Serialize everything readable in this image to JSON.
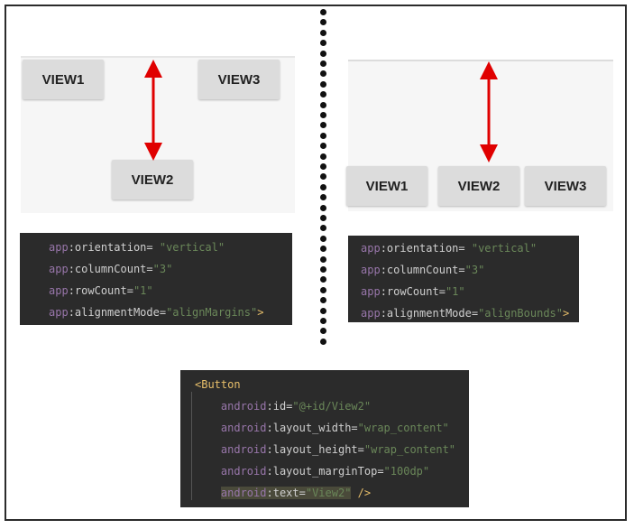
{
  "left_panel": {
    "buttons": [
      "VIEW1",
      "VIEW3",
      "VIEW2"
    ],
    "code_lines": [
      {
        "ns": "app",
        "name": "orientation= ",
        "value": "\"vertical\"",
        "end": ""
      },
      {
        "ns": "app",
        "name": "columnCount=",
        "value": "\"3\"",
        "end": ""
      },
      {
        "ns": "app",
        "name": "rowCount=",
        "value": "\"1\"",
        "end": ""
      },
      {
        "ns": "app",
        "name": "alignmentMode=",
        "value": "\"alignMargins\"",
        "end": ">"
      }
    ]
  },
  "right_panel": {
    "buttons": [
      "VIEW1",
      "VIEW2",
      "VIEW3"
    ],
    "code_lines": [
      {
        "ns": "app",
        "name": "orientation= ",
        "value": "\"vertical\"",
        "end": ""
      },
      {
        "ns": "app",
        "name": "columnCount=",
        "value": "\"3\"",
        "end": ""
      },
      {
        "ns": "app",
        "name": "rowCount=",
        "value": "\"1\"",
        "end": ""
      },
      {
        "ns": "app",
        "name": "alignmentMode=",
        "value": "\"alignBounds\"",
        "end": ">"
      }
    ]
  },
  "bottom_code": {
    "open_tag": "<Button",
    "lines": [
      {
        "ns": "android",
        "name": "id=",
        "value": "\"@+id/View2\"",
        "end": ""
      },
      {
        "ns": "android",
        "name": "layout_width=",
        "value": "\"wrap_content\"",
        "end": ""
      },
      {
        "ns": "android",
        "name": "layout_height=",
        "value": "\"wrap_content\"",
        "end": ""
      },
      {
        "ns": "android",
        "name": "layout_marginTop=",
        "value": "\"100dp\"",
        "end": ""
      },
      {
        "ns": "android",
        "name": "text=",
        "value": "\"View2\"",
        "end": " />"
      }
    ]
  },
  "colors": {
    "arrow": "#e00000",
    "code_bg": "#2b2b2b",
    "namespace": "#9876aa",
    "string": "#6a8759",
    "tag": "#e8bf6a",
    "button_bg": "#dcdcdc"
  }
}
